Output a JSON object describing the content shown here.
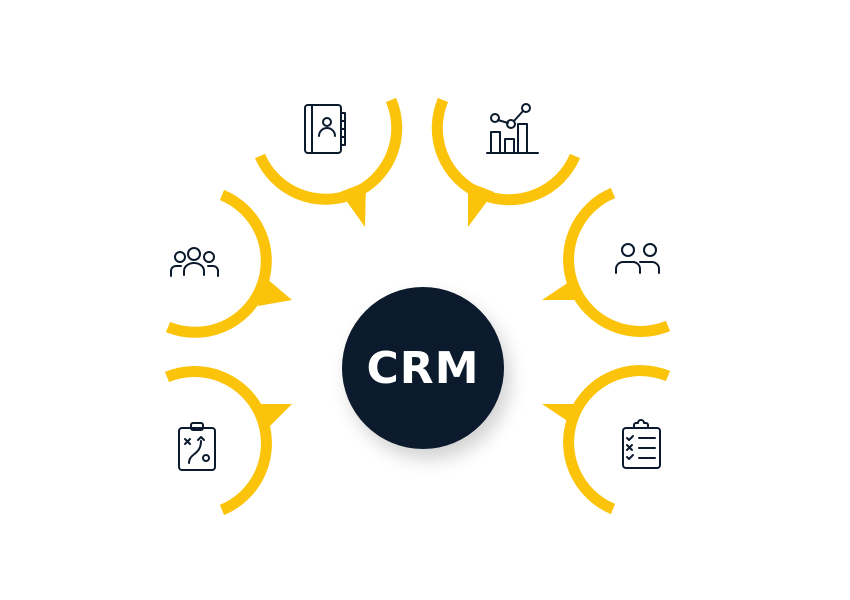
{
  "center": {
    "label": "CRM"
  },
  "colors": {
    "accent": "#FBC30A",
    "center_bg": "#0B1A2C",
    "icon": "#0B1A2C"
  },
  "nodes": [
    {
      "id": "contacts",
      "icon": "address-book-icon"
    },
    {
      "id": "analytics",
      "icon": "bar-chart-trend-icon"
    },
    {
      "id": "team",
      "icon": "three-people-icon"
    },
    {
      "id": "customers",
      "icon": "two-people-icon"
    },
    {
      "id": "strategy",
      "icon": "strategy-clipboard-icon"
    },
    {
      "id": "tasks",
      "icon": "checklist-clipboard-icon"
    }
  ]
}
